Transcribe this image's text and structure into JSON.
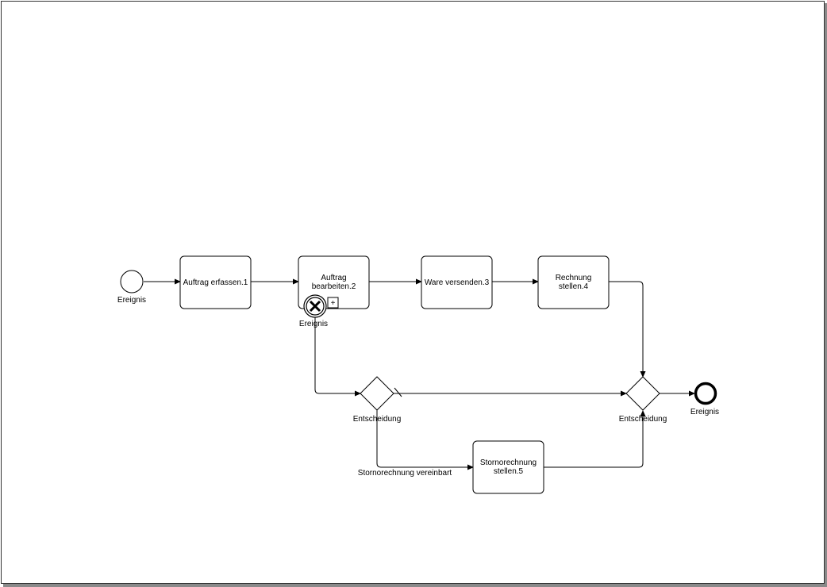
{
  "colors": {
    "stroke": "#000000",
    "fill": "#ffffff",
    "page_border": "#333333",
    "page_shadow": "#8a8a8a"
  },
  "events": {
    "start_label": "Ereignis",
    "boundary_label": "Ereignis",
    "end_label": "Ereignis",
    "boundary_icon": "cancel-x-icon"
  },
  "tasks": {
    "t1": {
      "lines": [
        "Auftrag erfassen.1"
      ]
    },
    "t2": {
      "lines": [
        "Auftrag",
        "bearbeiten.2"
      ],
      "marker": "+"
    },
    "t3": {
      "lines": [
        "Ware versenden.3"
      ]
    },
    "t4": {
      "lines": [
        "Rechnung",
        "stellen.4"
      ]
    },
    "t5": {
      "lines": [
        "Stornorechnung",
        "stellen.5"
      ]
    }
  },
  "gateways": {
    "g1_label": "Entscheidung",
    "g2_label": "Entscheidung"
  },
  "flows": {
    "condition_label": "Stornorechnung vereinbart"
  }
}
